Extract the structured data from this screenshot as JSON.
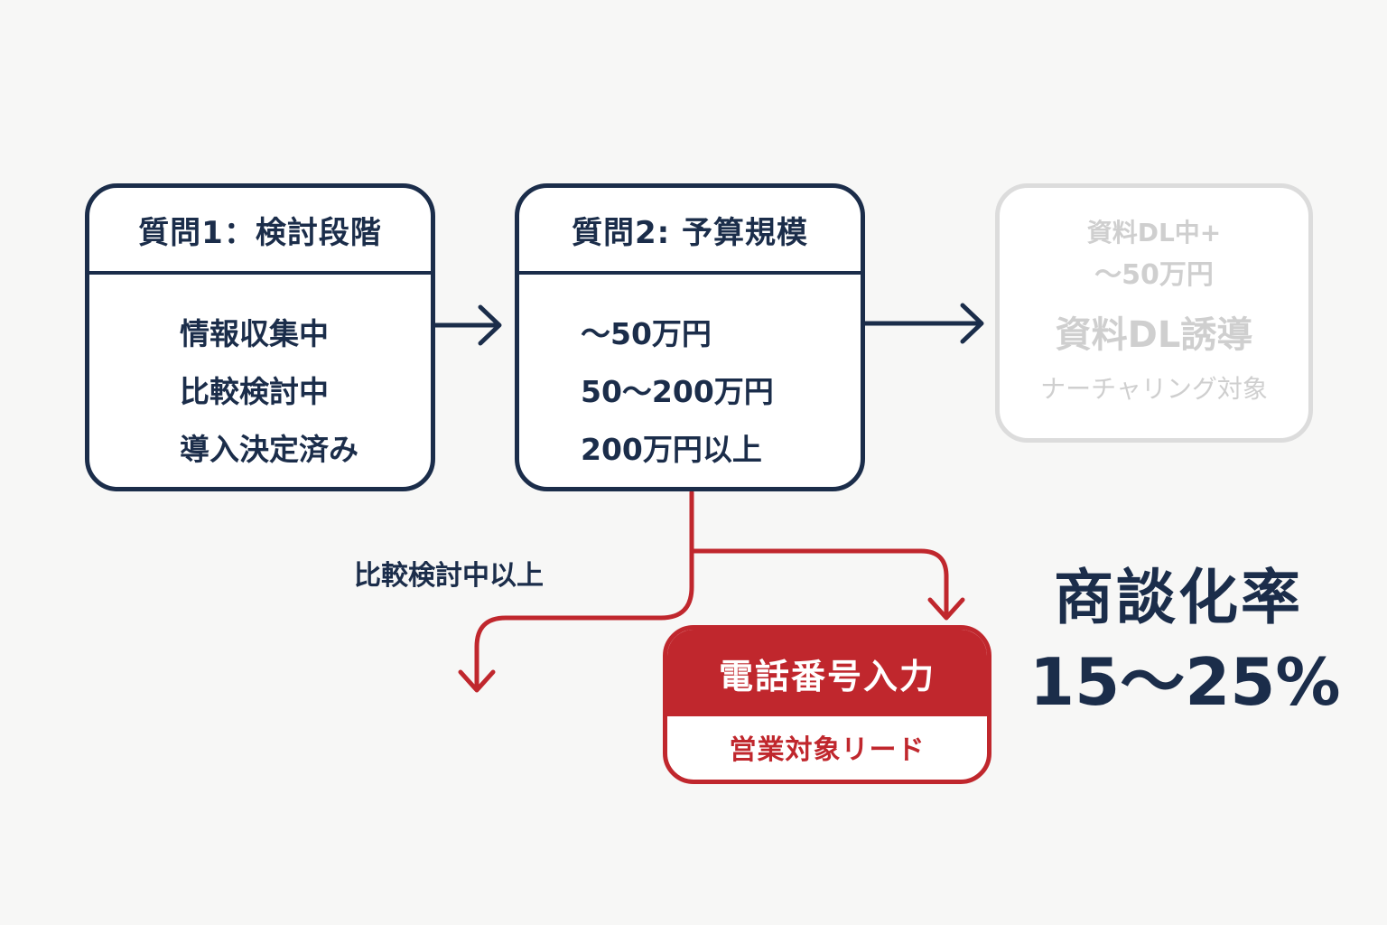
{
  "colors": {
    "navy": "#1b2d4a",
    "red": "#c0272d",
    "faded_gray": "#cfcfcf",
    "background": "#f7f7f6"
  },
  "question1": {
    "title": "質問1：検討段階",
    "options": [
      "情報収集中",
      "比較検討中",
      "導入決定済み"
    ]
  },
  "question2": {
    "title": "質問2: 予算規模",
    "options": [
      "～50万円",
      "50～200万円",
      "200万円以上"
    ]
  },
  "download_box": {
    "line1": "資料DL中+",
    "line2": "～50万円",
    "title": "資料DL誘導",
    "subtitle": "ナーチャリング対象"
  },
  "branch_label": "比較検討中以上",
  "phone_box": {
    "title": "電話番号入力",
    "subtitle": "営業対象リード"
  },
  "conversion": {
    "label": "商談化率",
    "value": "15～25%"
  }
}
